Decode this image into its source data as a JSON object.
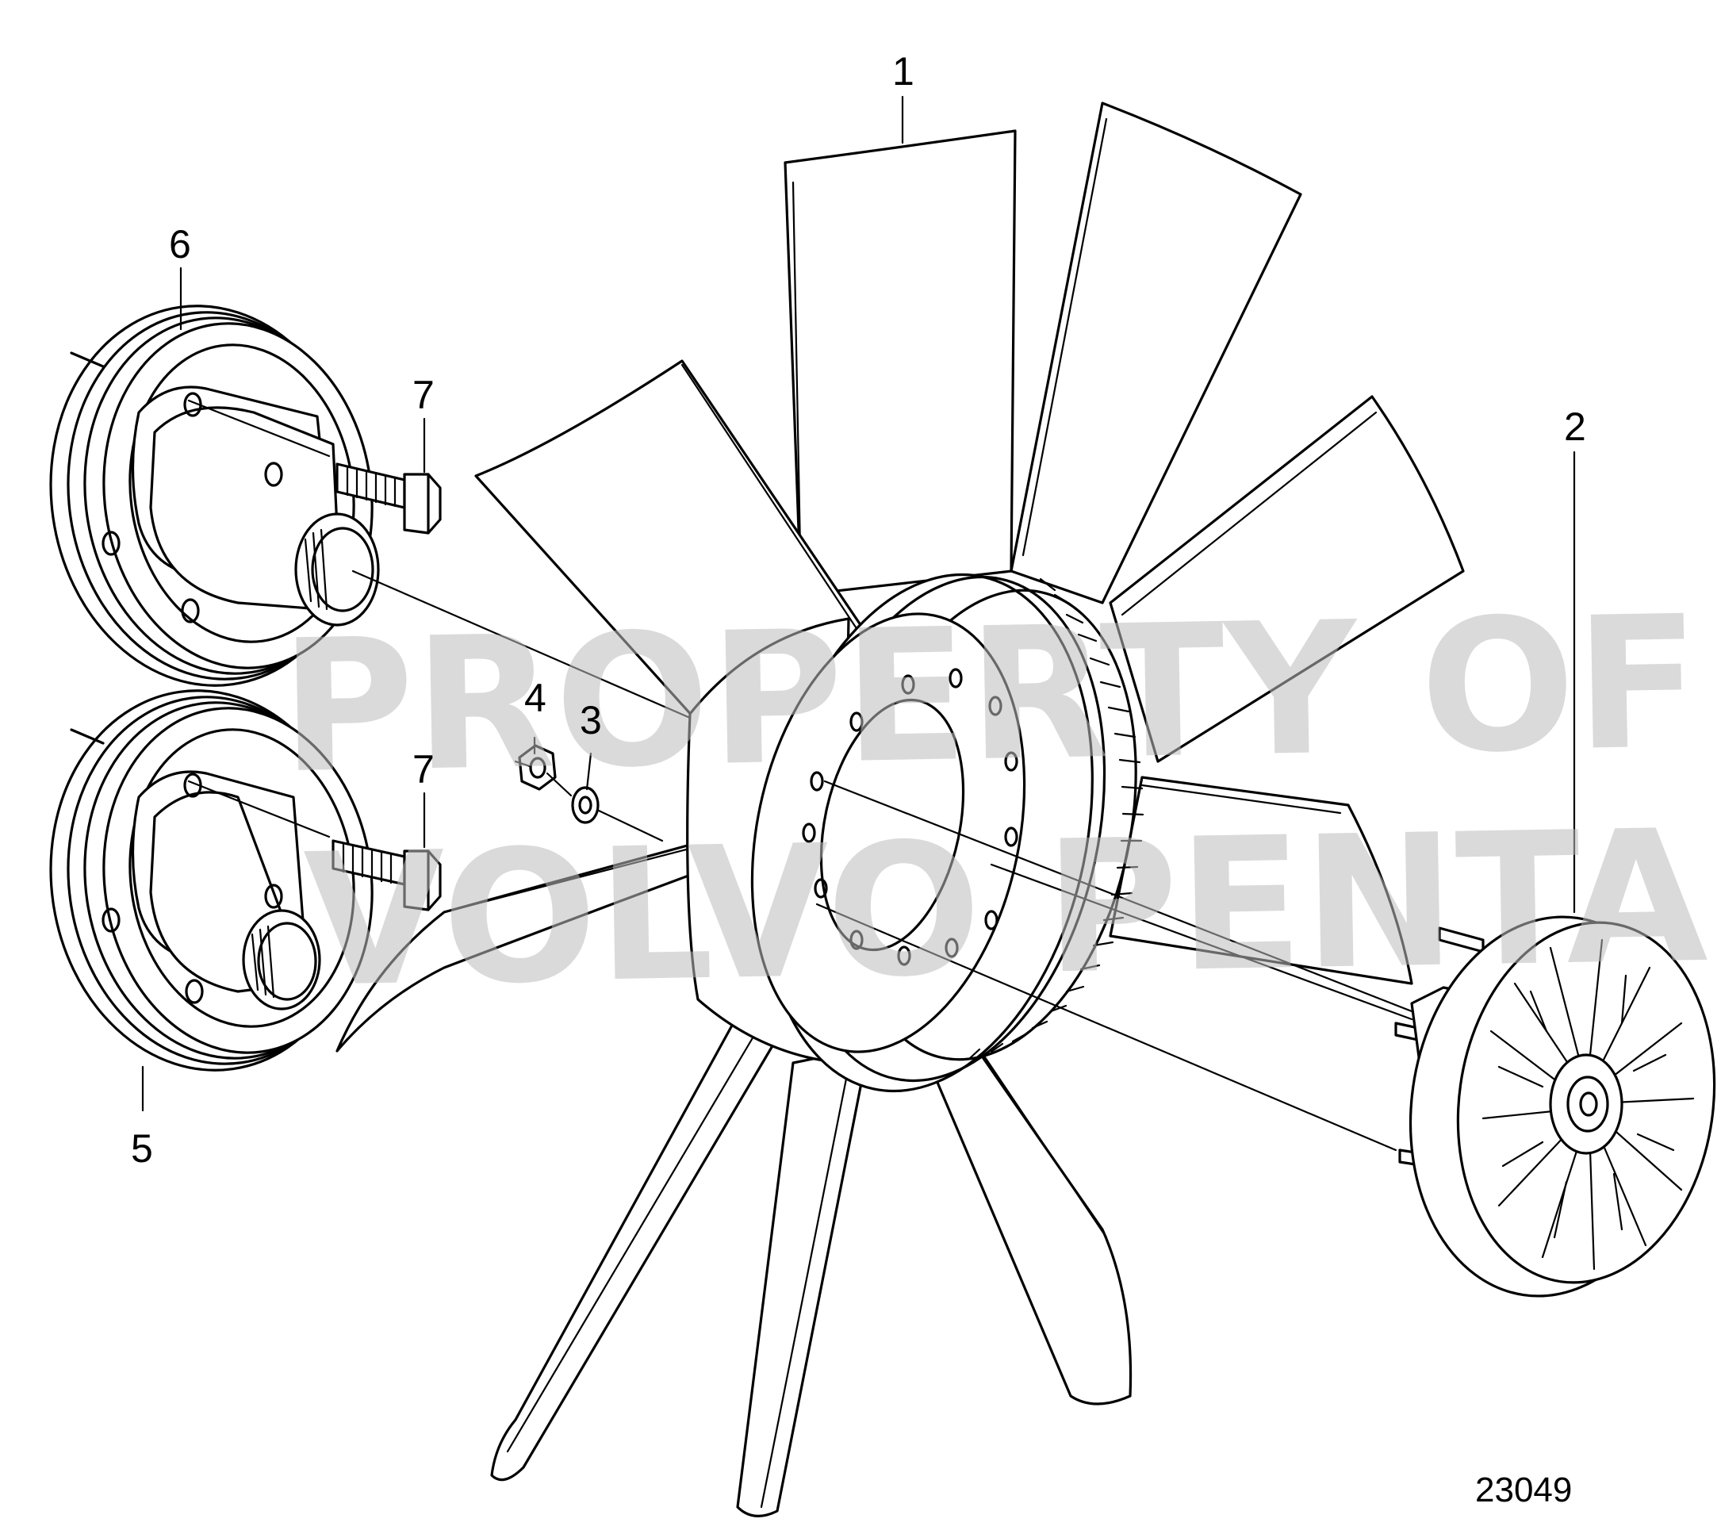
{
  "diagram": {
    "callouts": [
      {
        "id": "1",
        "label": "1"
      },
      {
        "id": "2",
        "label": "2"
      },
      {
        "id": "3",
        "label": "3"
      },
      {
        "id": "4",
        "label": "4"
      },
      {
        "id": "5",
        "label": "5"
      },
      {
        "id": "6",
        "label": "6"
      },
      {
        "id": "7a",
        "label": "7"
      },
      {
        "id": "7b",
        "label": "7"
      }
    ],
    "figure_number": "23049",
    "watermark": {
      "line1": "PROPERTY OF",
      "line2": "VOLVO PENTA"
    }
  }
}
